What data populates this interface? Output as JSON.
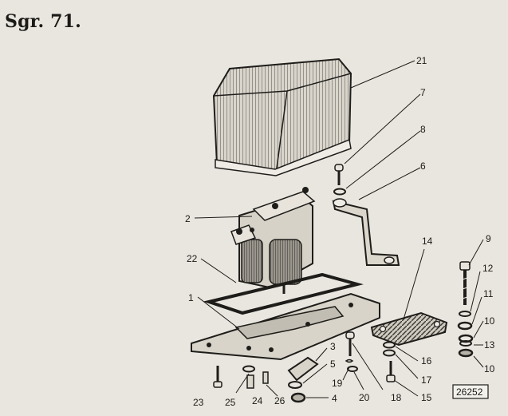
{
  "title": "Sgr. 71.",
  "figure_code": "26252",
  "callouts": [
    {
      "id": "c21",
      "text": "21"
    },
    {
      "id": "c7",
      "text": "7"
    },
    {
      "id": "c8",
      "text": "8"
    },
    {
      "id": "c6",
      "text": "6"
    },
    {
      "id": "c2",
      "text": "2"
    },
    {
      "id": "c22",
      "text": "22"
    },
    {
      "id": "c1",
      "text": "1"
    },
    {
      "id": "c14",
      "text": "14"
    },
    {
      "id": "c9",
      "text": "9"
    },
    {
      "id": "c12",
      "text": "12"
    },
    {
      "id": "c11",
      "text": "11"
    },
    {
      "id": "c10a",
      "text": "10"
    },
    {
      "id": "c13",
      "text": "13"
    },
    {
      "id": "c10b",
      "text": "10"
    },
    {
      "id": "c3",
      "text": "3"
    },
    {
      "id": "c5",
      "text": "5"
    },
    {
      "id": "c19",
      "text": "19"
    },
    {
      "id": "c4",
      "text": "4"
    },
    {
      "id": "c20",
      "text": "20"
    },
    {
      "id": "c18",
      "text": "18"
    },
    {
      "id": "c16",
      "text": "16"
    },
    {
      "id": "c17",
      "text": "17"
    },
    {
      "id": "c15",
      "text": "15"
    },
    {
      "id": "c23",
      "text": "23"
    },
    {
      "id": "c25",
      "text": "25"
    },
    {
      "id": "c24",
      "text": "24"
    },
    {
      "id": "c26",
      "text": "26"
    }
  ]
}
